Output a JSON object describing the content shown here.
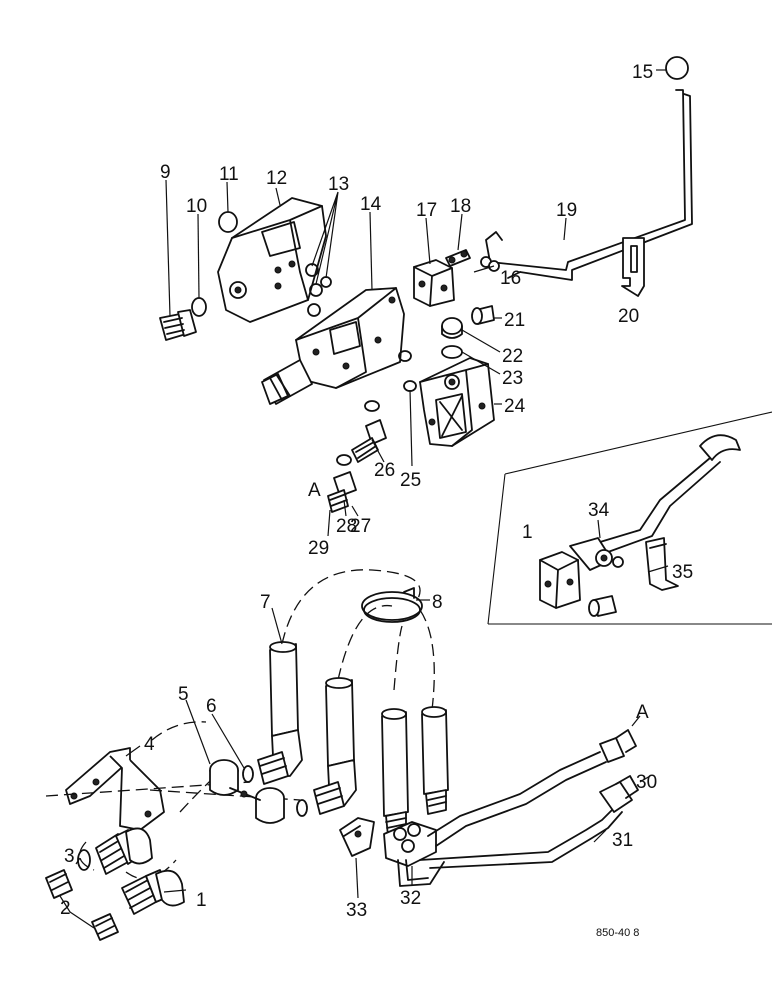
{
  "figure_code": "850-40 8",
  "ref_marker": "A",
  "inset_marker": "1",
  "labels": [
    {
      "id": "1",
      "text": "1"
    },
    {
      "id": "2",
      "text": "2"
    },
    {
      "id": "3",
      "text": "3"
    },
    {
      "id": "4",
      "text": "4"
    },
    {
      "id": "5",
      "text": "5"
    },
    {
      "id": "6",
      "text": "6"
    },
    {
      "id": "7",
      "text": "7"
    },
    {
      "id": "8",
      "text": "8"
    },
    {
      "id": "9",
      "text": "9"
    },
    {
      "id": "10",
      "text": "10"
    },
    {
      "id": "11",
      "text": "11"
    },
    {
      "id": "12",
      "text": "12"
    },
    {
      "id": "13",
      "text": "13"
    },
    {
      "id": "14",
      "text": "14"
    },
    {
      "id": "15",
      "text": "15"
    },
    {
      "id": "16",
      "text": "16"
    },
    {
      "id": "17",
      "text": "17"
    },
    {
      "id": "18",
      "text": "18"
    },
    {
      "id": "19",
      "text": "19"
    },
    {
      "id": "20",
      "text": "20"
    },
    {
      "id": "21",
      "text": "21"
    },
    {
      "id": "22",
      "text": "22"
    },
    {
      "id": "23",
      "text": "23"
    },
    {
      "id": "24",
      "text": "24"
    },
    {
      "id": "25",
      "text": "25"
    },
    {
      "id": "26",
      "text": "26"
    },
    {
      "id": "27",
      "text": "27"
    },
    {
      "id": "28",
      "text": "28"
    },
    {
      "id": "29",
      "text": "29"
    },
    {
      "id": "30",
      "text": "30"
    },
    {
      "id": "31",
      "text": "31"
    },
    {
      "id": "32",
      "text": "32"
    },
    {
      "id": "33",
      "text": "33"
    },
    {
      "id": "34",
      "text": "34"
    },
    {
      "id": "35",
      "text": "35"
    }
  ]
}
